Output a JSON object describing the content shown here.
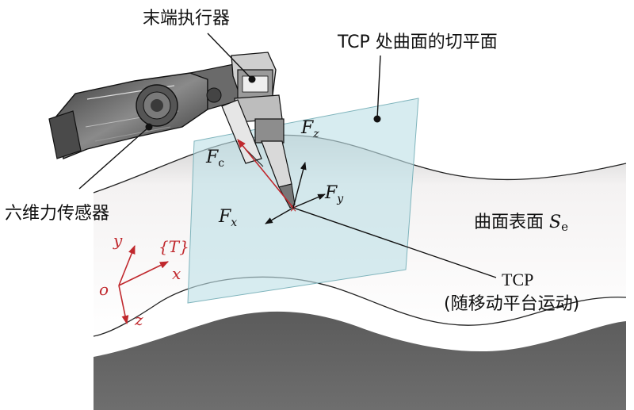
{
  "labels": {
    "end_effector": "末端执行器",
    "tangent_plane": "TCP 处曲面的切平面",
    "sensor": "六维力传感器",
    "surface": "曲面表面 ",
    "surface_symbol": "S",
    "surface_sub": "e",
    "tcp": "TCP",
    "tcp_note": "(随移动平台运动)"
  },
  "forces": {
    "fc": "F",
    "fc_sub": "c",
    "fz": "F",
    "fz_sub": "z",
    "fy": "F",
    "fy_sub": "y",
    "fx": "F",
    "fx_sub": "x"
  },
  "frame": {
    "name": "{T}",
    "origin": "o",
    "x": "x",
    "y": "y",
    "z": "z"
  },
  "colors": {
    "surface_top": "#f2efef",
    "surface_dark": "#666666",
    "plane": "#c9e6ea",
    "accent_red": "#c0282d",
    "ink": "#111111"
  }
}
